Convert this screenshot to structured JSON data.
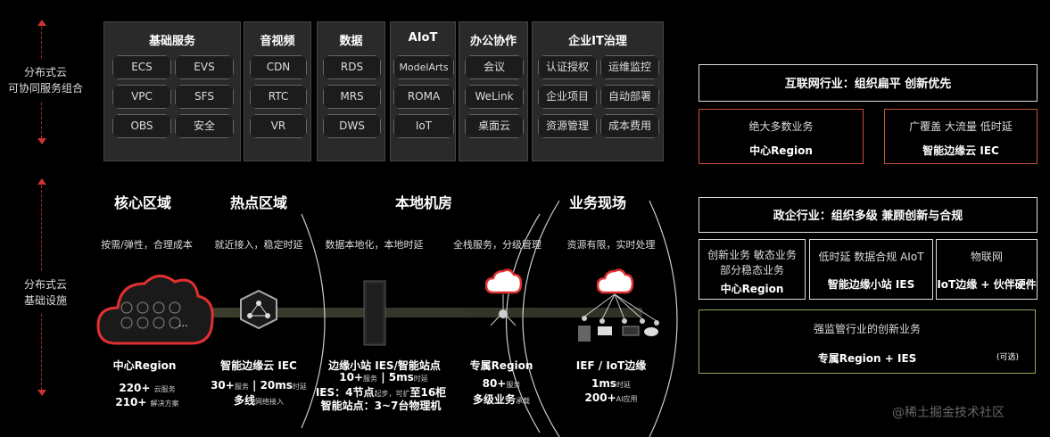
{
  "side_labels": {
    "top_line1": "分布式云",
    "top_line2": "可协同服务组合",
    "bottom_line1": "分布式云",
    "bottom_line2": "基础设施"
  },
  "service_groups": [
    {
      "title": "基础服务",
      "items": [
        "ECS",
        "EVS",
        "VPC",
        "SFS",
        "OBS",
        "安全"
      ]
    },
    {
      "title": "音视频",
      "items": [
        "CDN",
        "RTC",
        "VR"
      ]
    },
    {
      "title": "数据",
      "items": [
        "RDS",
        "MRS",
        "DWS"
      ]
    },
    {
      "title": "AIoT",
      "items": [
        "ModelArts",
        "ROMA",
        "IoT"
      ]
    },
    {
      "title": "办公协作",
      "items": [
        "会议",
        "WeLink",
        "桌面云"
      ]
    },
    {
      "title": "企业IT治理",
      "items": [
        "认证授权",
        "运维监控",
        "企业项目",
        "自动部署",
        "资源管理",
        "成本费用"
      ]
    }
  ],
  "zones": [
    {
      "title": "核心区域",
      "desc": "按需/弹性，合理成本",
      "name": "中心Region",
      "stat1": "220+",
      "stat1_small": "云服务",
      "stat2": "210+",
      "stat2_small": "解决方案"
    },
    {
      "title": "热点区域",
      "desc": "就近接入，稳定时延",
      "name": "智能边缘云 IEC",
      "stat1": "30+",
      "stat1_small": "服务",
      "stat1b": "| 20ms",
      "stat1b_small": "时延",
      "stat2": "多线",
      "stat2_small": "网络接入"
    },
    {
      "title": "本地机房",
      "desc": "数据本地化，本地时延",
      "name": "边缘小站 IES/智能站点",
      "stat1": "10+",
      "stat1_small": "服务",
      "stat1b": "| 5ms",
      "stat1b_small": "时延",
      "stat2": "IES：4节点",
      "stat2_small": "起步，可扩",
      "stat2b": "至16柜",
      "stat3": "智能站点：3~7台物理机"
    },
    {
      "title": "",
      "desc": "全栈服务，分级管理",
      "name": "专属Region",
      "stat1": "80+",
      "stat1_small": "服务",
      "stat2": "多级业务",
      "stat2_small": "承载"
    },
    {
      "title": "业务现场",
      "desc": "资源有限，实时处理",
      "name": "IEF / IoT边缘",
      "stat1": "1ms",
      "stat1_small": "时延",
      "stat2": "200+",
      "stat2_small": "AI应用"
    }
  ],
  "cloud_ellipsis": "...",
  "right_panel": {
    "internet_title": "互联网行业：组织扁平  创新优先",
    "internet_left_line1": "绝大多数业务",
    "internet_left_line2": "中心Region",
    "internet_right_line1": "广覆盖 大流量 低时延",
    "internet_right_line2": "智能边缘云 IEC",
    "gov_title": "政企行业：组织多级  兼顾创新与合规",
    "gov_box1_line1": "创新业务   敏态业务",
    "gov_box1_line2": "部分稳态业务",
    "gov_box1_line3": "中心Region",
    "gov_box2_line1": "低时延  数据合规  AIoT",
    "gov_box2_line2": "智能边缘小站 IES",
    "gov_box3_line1": "物联网",
    "gov_box3_line2": "IoT边缘 + 伙伴硬件",
    "reg_line1": "强监管行业的创新业务",
    "reg_line2": "专属Region + IES",
    "reg_optional": "(可选)"
  },
  "watermark": "@稀土掘金技术社区",
  "colors": {
    "accent_red": "#c33333",
    "orange_border": "#c8533a",
    "green_border": "#8caa5a",
    "background": "#000000"
  }
}
